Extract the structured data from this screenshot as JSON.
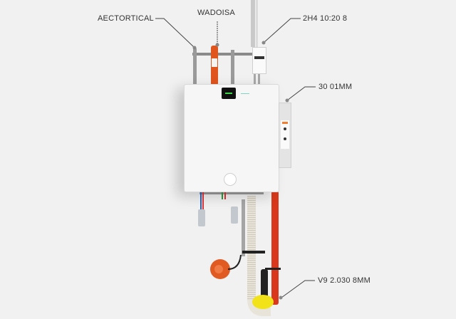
{
  "callouts": [
    {
      "id": "top-left",
      "text": "AECTORTICAL"
    },
    {
      "id": "top-center",
      "text": "WADOISA"
    },
    {
      "id": "top-right",
      "text": "2H4 10:20 8"
    },
    {
      "id": "right-middle",
      "text": "30 01MM"
    },
    {
      "id": "bottom-right",
      "text": "V9 2.030 8MM"
    }
  ],
  "device": {
    "display_color": "#3bd84a",
    "body_color": "#f6f6f6",
    "accent_colors": {
      "orange_pipe": "#e0541e",
      "red_conduit": "#d9381c",
      "yellow_cap": "#f2e21a",
      "teal_indicator": "#7fd4c4"
    }
  }
}
